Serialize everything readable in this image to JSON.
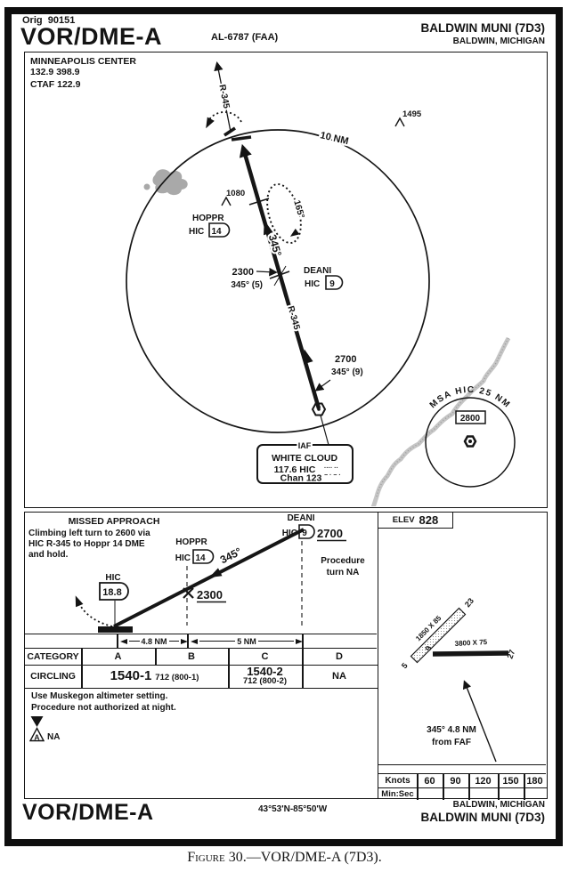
{
  "header": {
    "orig_label": "Orig",
    "orig_number": "90151",
    "procedure": "VOR/DME-A",
    "al_number": "AL-6787 (FAA)",
    "airport": "BALDWIN MUNI (7D3)",
    "city": "BALDWIN, MICHIGAN"
  },
  "comms": {
    "facility": "MINNEAPOLIS CENTER",
    "freqs": "132.9  398.9",
    "ctaf": "CTAF 122.9"
  },
  "plan": {
    "ring": "10 NM",
    "radial_top": "R-345",
    "radial_mid": "R-345",
    "course": "345°",
    "hold_course": "165°",
    "obst_high": "1495",
    "obst_low": "1080",
    "hoppr": {
      "name": "HOPPR",
      "fix": "HIC",
      "dme": "14"
    },
    "deani": {
      "name": "DEANI",
      "fix": "HIC",
      "dme": "9"
    },
    "stepdown": {
      "alt": "2300",
      "course": "345° (5)"
    },
    "feeder": {
      "alt": "2700",
      "course": "345° (9)"
    },
    "iaf": {
      "label": "IAF",
      "name": "WHITE CLOUD",
      "freq": "117.6 HIC",
      "chan": "Chan 123",
      "morse_top": "···· ··",
      "morse_bot": "− · − ·"
    },
    "msa": {
      "label": "MSA HIC 25 NM",
      "alt": "2800"
    }
  },
  "profile": {
    "missed": {
      "title": "MISSED APPROACH",
      "line1": "Climbing left turn to 2600 via",
      "line2": "HIC R-345 to Hoppr 14 DME",
      "line3": "and hold."
    },
    "map_fix": {
      "fix": "HIC",
      "dme": "18.8"
    },
    "hoppr": {
      "name": "HOPPR",
      "fix": "HIC",
      "dme": "14"
    },
    "deani": {
      "name": "DEANI",
      "fix": "HIC",
      "dme": "9"
    },
    "alt_hoppr": "2300",
    "alt_deani": "2700",
    "course": "345°",
    "pt1": "Procedure",
    "pt2": "turn NA",
    "dist1": "4.8 NM",
    "dist2": "5 NM"
  },
  "minimums": {
    "category_label": "CATEGORY",
    "cats": [
      "A",
      "B",
      "C",
      "D"
    ],
    "circling_label": "CIRCLING",
    "ab_main": "1540-1",
    "ab_sub": "712 (800-1)",
    "c_main": "1540-2",
    "c_sub": "712 (800-2)",
    "d_value": "NA",
    "note1": "Use Muskegon altimeter setting.",
    "note2": "Procedure not authorized at night.",
    "takeoff_symbol": "T",
    "alternate_symbol": "A",
    "symbol_note": "NA"
  },
  "sketch": {
    "elev_label": "ELEV",
    "elev_value": "828",
    "rwy_diag": {
      "dim": "1850 X 85",
      "end1": "5",
      "end2": "23"
    },
    "rwy_main": {
      "dim": "3800 X 75",
      "end1": "9",
      "end2": "27"
    },
    "faf1": "345° 4.8 NM",
    "faf2": "from FAF",
    "knots_label": "Knots",
    "speeds": [
      "60",
      "90",
      "120",
      "150",
      "180"
    ],
    "minsec_label": "Min:Sec"
  },
  "footer": {
    "procedure": "VOR/DME-A",
    "coords": "43°53'N-85°50'W",
    "city": "BALDWIN, MICHIGAN",
    "airport": "BALDWIN MUNI (7D3)"
  },
  "caption": {
    "word": "Figure",
    "rest": " 30.—VOR/DME-A (7D3)."
  }
}
